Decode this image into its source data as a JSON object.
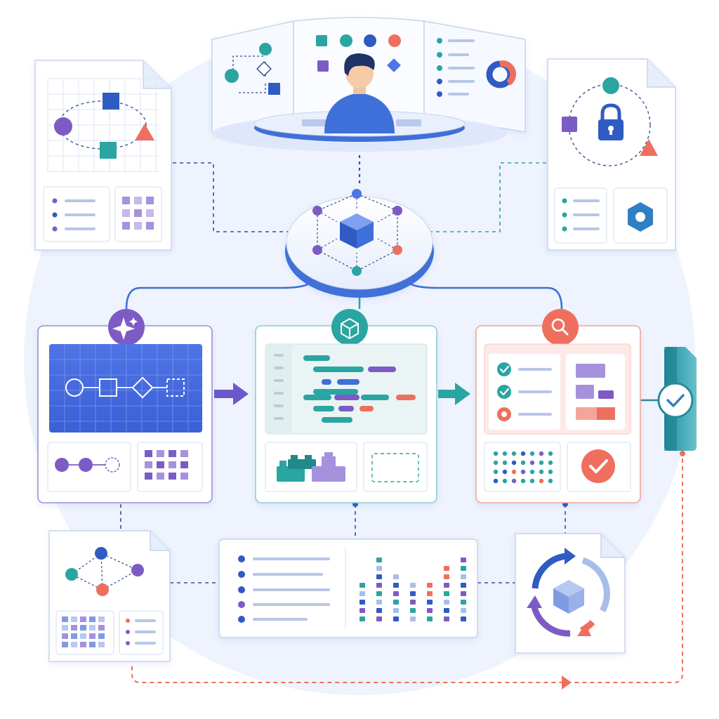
{
  "colors": {
    "blue": "#3f6fd8",
    "blue_dark": "#2f5bc2",
    "purple": "#7c5cc4",
    "purple_light": "#a592de",
    "teal": "#2aa5a2",
    "coral": "#ef6f5f",
    "coral_light": "#f4a49a",
    "ink": "#24334f",
    "panel_border": "#c9d4ea",
    "backdrop": "#eef3fd"
  },
  "icons": {
    "designer": "person-at-workstation-icon",
    "hub": "cube-network-hub-icon",
    "design_stage": "sparkle-icon",
    "build_stage": "cube-icon",
    "review_stage": "magnifier-icon",
    "security": "padlock-icon",
    "gate": "checkmark-icon",
    "cycle": "refresh-cycle-icon",
    "approved": "checkmark-circle-icon"
  },
  "flow": {
    "stages": [
      "design",
      "build",
      "review",
      "gate"
    ],
    "loop_back": "gate-to-analysis-to-cycle"
  }
}
